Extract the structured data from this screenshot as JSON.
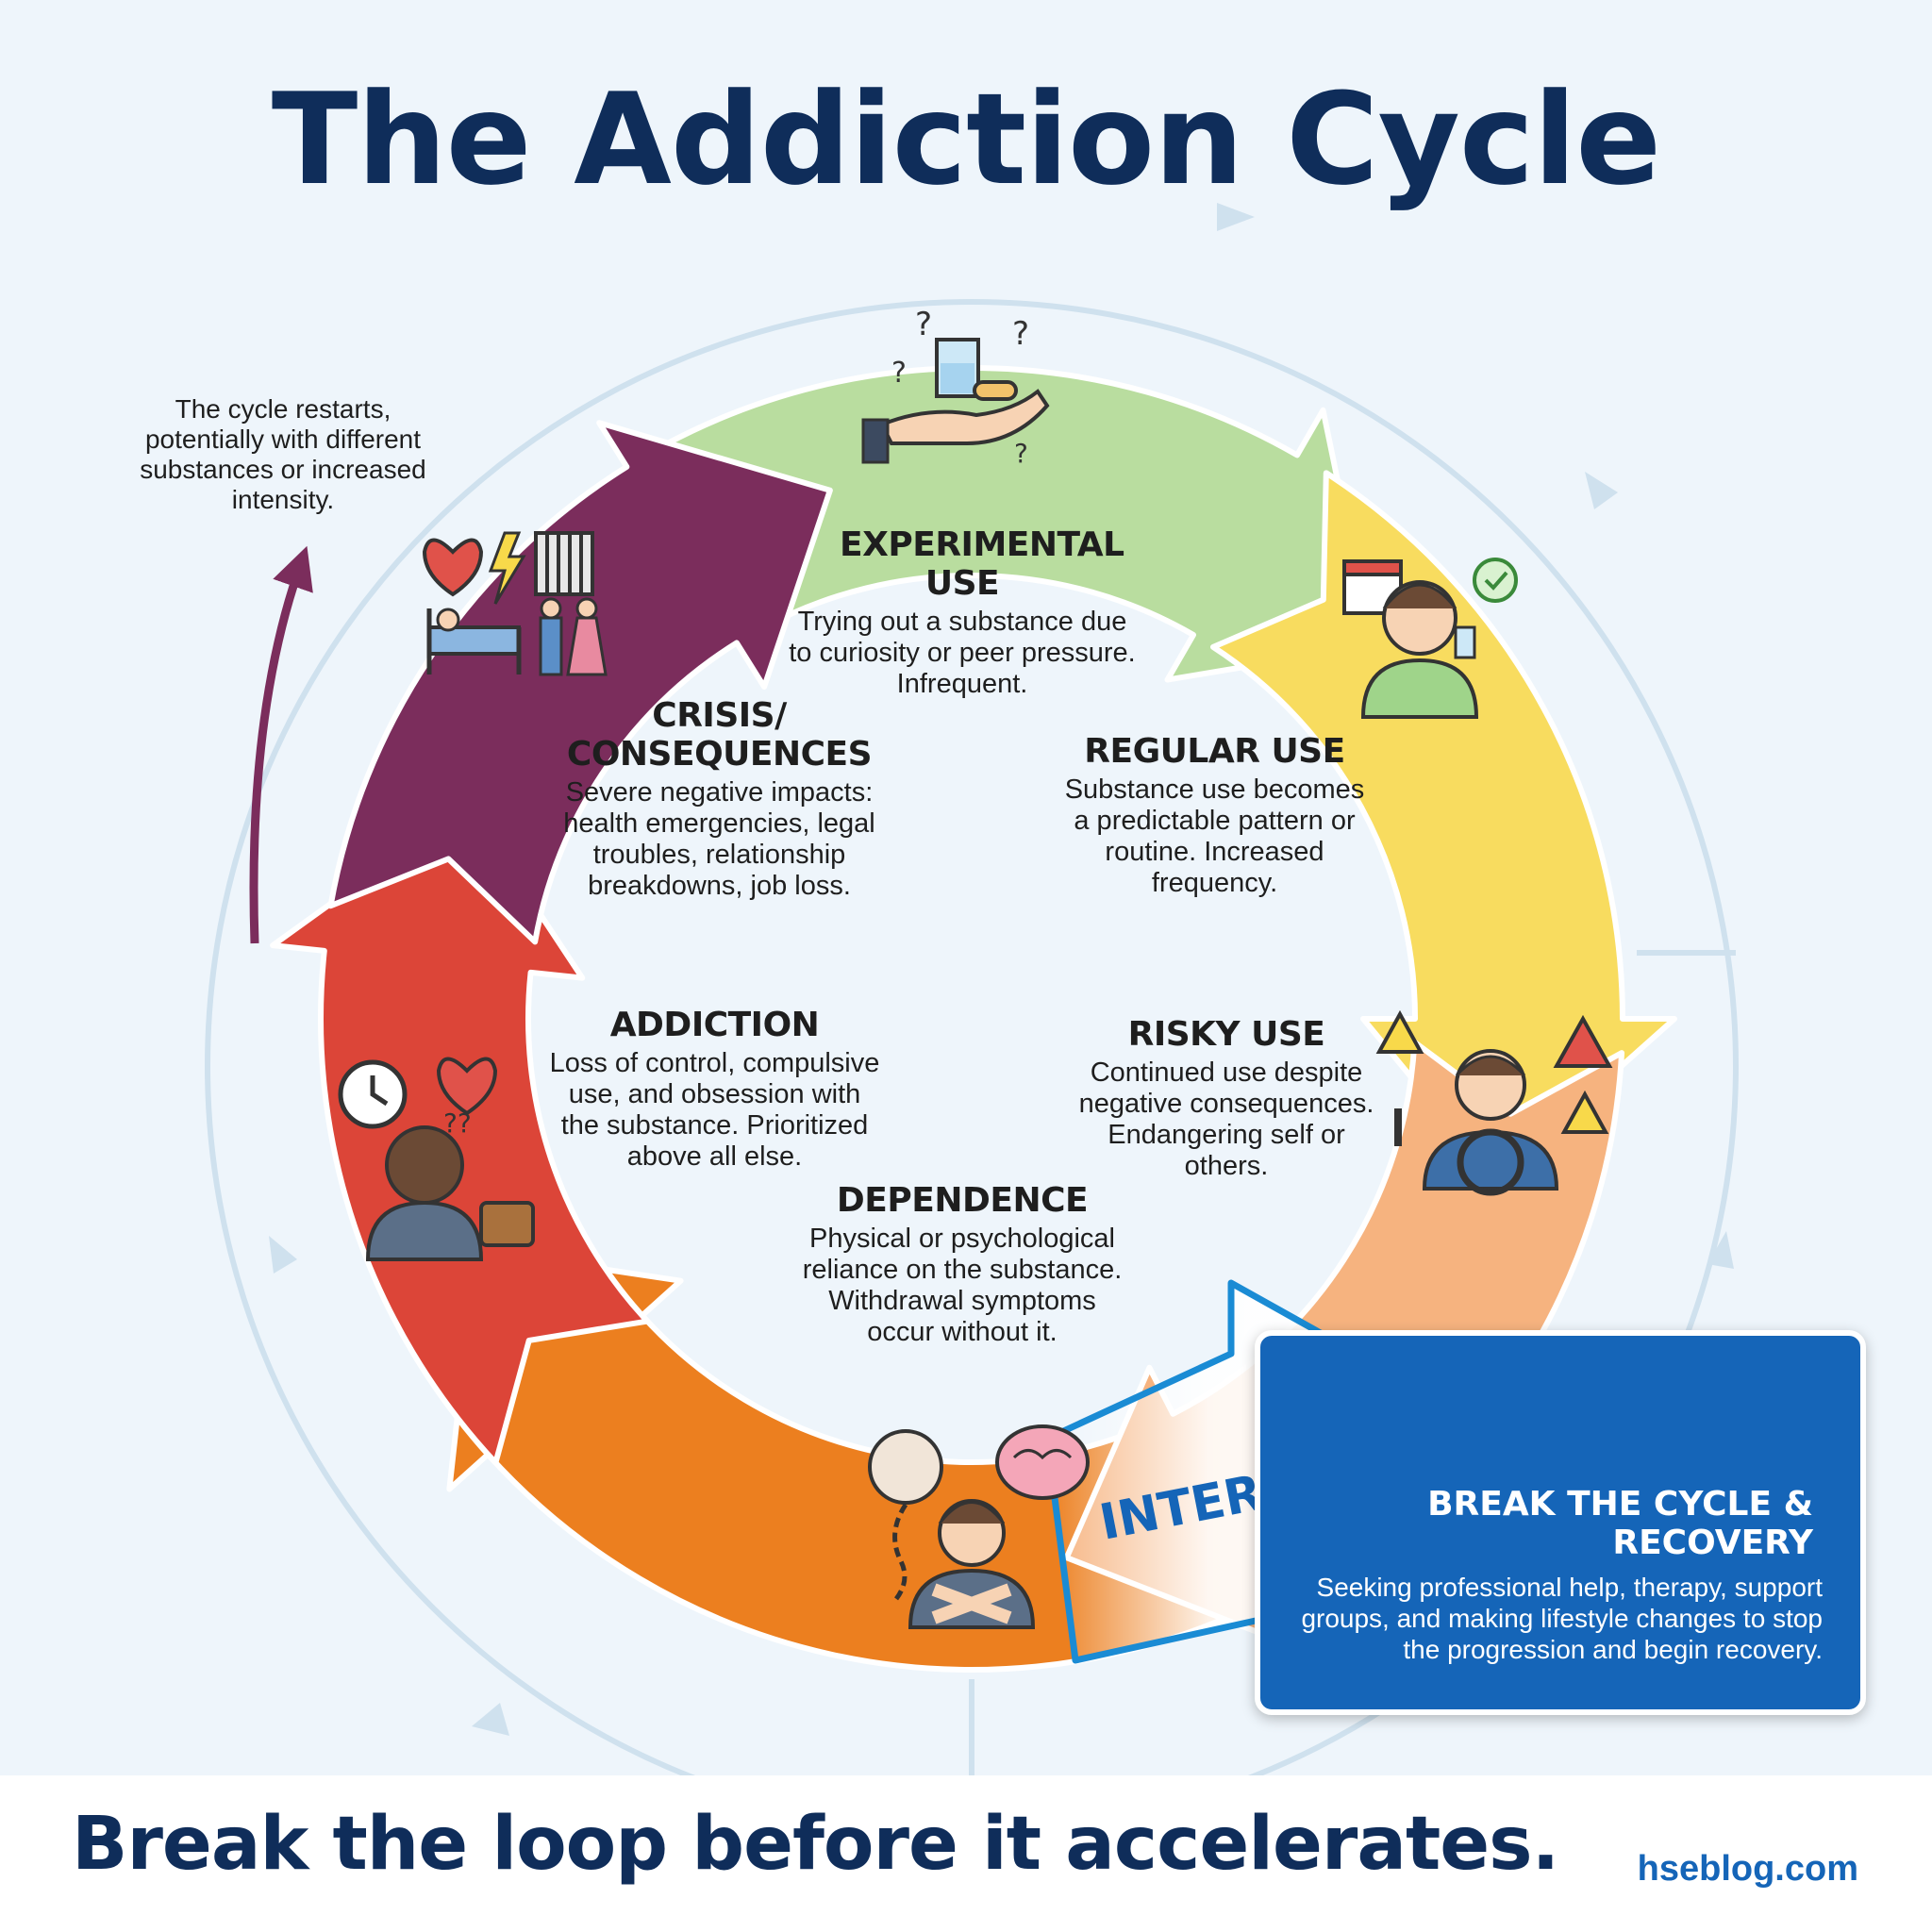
{
  "title": "The Addiction Cycle",
  "restart_note": "The cycle restarts, potentially with different substances or increased intensity.",
  "stages": [
    {
      "id": "experimental",
      "heading": "EXPERIMENTAL USE",
      "description": "Trying out a substance due to curiosity or peer pressure. Infrequent.",
      "color": "#b9dd9f",
      "icon": "hand-glass-pill-icon"
    },
    {
      "id": "regular",
      "heading": "REGULAR USE",
      "description": "Substance use becomes a predictable pattern or routine. Increased frequency.",
      "color": "#f8dc5f",
      "icon": "person-drinking-calendar-icon"
    },
    {
      "id": "risky",
      "heading": "RISKY USE",
      "description": "Continued use despite negative consequences. Endangering self or others.",
      "color": "#f6b37f",
      "icon": "driver-warning-icon"
    },
    {
      "id": "dependence",
      "heading": "DEPENDENCE",
      "description": "Physical or psychological reliance on the substance. Withdrawal symptoms occur without it.",
      "color": "#ec7f1f",
      "icon": "chained-person-brain-icon"
    },
    {
      "id": "addiction",
      "heading": "ADDICTION",
      "description": "Loss of control, compulsive use, and obsession with the substance. Prioritized above all else.",
      "color": "#dc4538",
      "icon": "distressed-person-clock-icon"
    },
    {
      "id": "crisis",
      "heading": "CRISIS/ CONSEQUENCES",
      "description": "Severe negative impacts: health emergencies, legal troubles, relationship breakdowns, job loss.",
      "color": "#7b2d5c",
      "icon": "hospital-jail-heartbreak-icon"
    }
  ],
  "intervention_label": "INTERVENTION",
  "recovery": {
    "heading": "BREAK THE CYCLE & RECOVERY",
    "description": "Seeking professional help, therapy, support groups, and making lifestyle changes to stop the progression and begin recovery.",
    "icons": [
      "heart-hand-icon",
      "support-group-icon",
      "walking-to-light-icon"
    ]
  },
  "tagline": "Break the loop before it accelerates.",
  "site": "hseblog.com",
  "colors": {
    "title": "#0f2d5a",
    "recovery_panel": "#1565b8",
    "intervention_text": "#1565b8"
  }
}
